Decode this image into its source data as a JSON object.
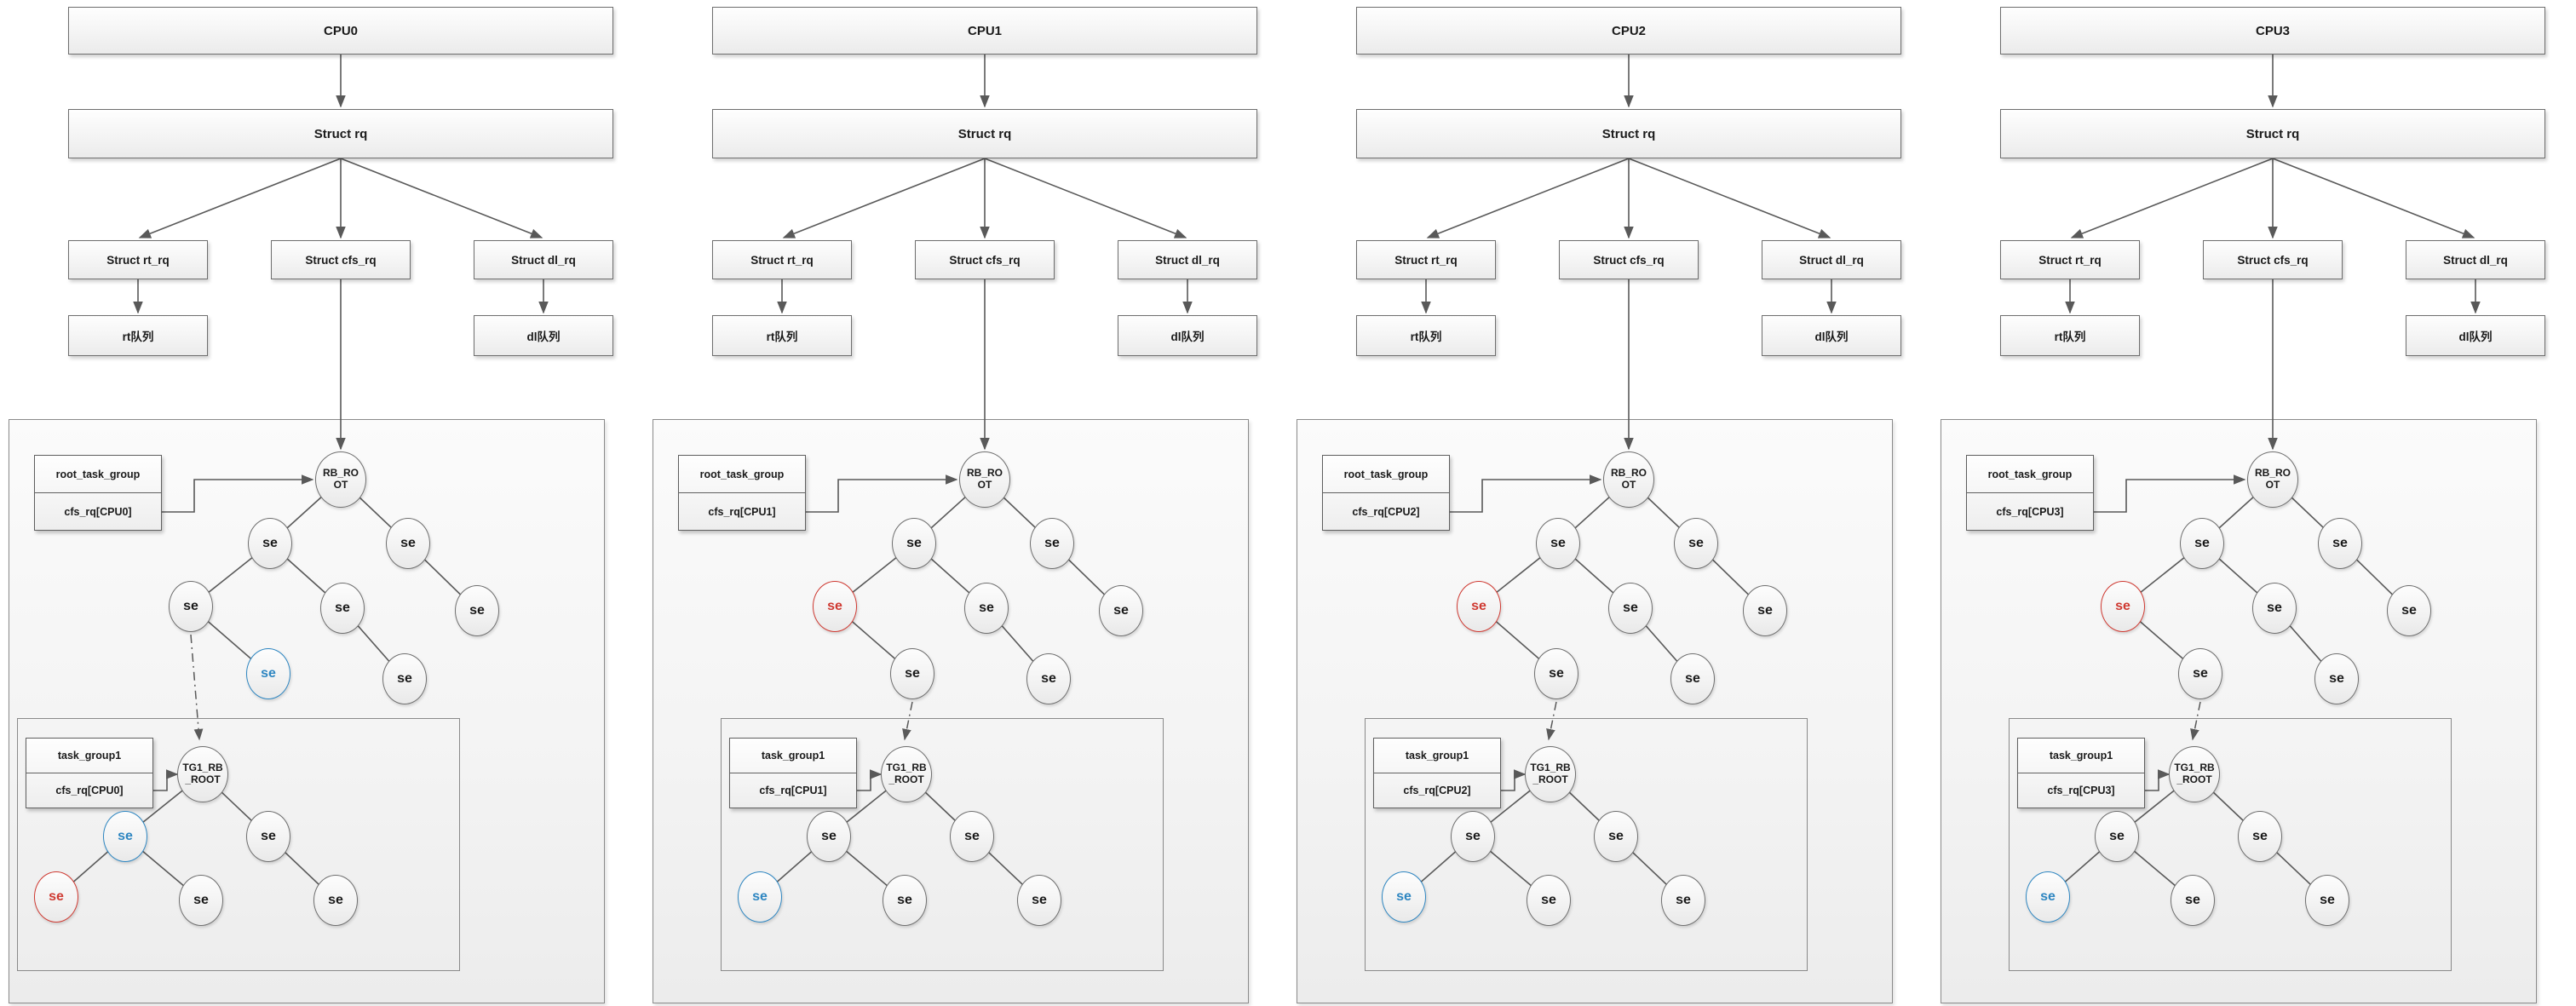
{
  "shared": {
    "struct_rq": "Struct rq",
    "struct_rt_rq": "Struct rt_rq",
    "struct_cfs_rq": "Struct cfs_rq",
    "struct_dl_rq": "Struct dl_rq",
    "rt_queue": "rt队列",
    "dl_queue": "dl队列",
    "se": "se",
    "rb_root_line1": "RB_RO",
    "rb_root_line2": "OT",
    "tg1_root_line1": "TG1_RB",
    "tg1_root_line2": "_ROOT"
  },
  "colors": {
    "red": "#cf3a32",
    "blue": "#2e86c1",
    "node_border": "#6f6f6f",
    "wire": "#595959"
  },
  "columns": [
    {
      "cpu_label": "CPU0",
      "variant": "A",
      "root_task_group": {
        "title": "root_task_group",
        "field": "cfs_rq[CPU0]"
      },
      "task_group1": {
        "title": "task_group1",
        "field": "cfs_rq[CPU0]"
      },
      "outer_nodes": {
        "L1": "plain",
        "R1": "plain",
        "LL": "plain",
        "LR": "plain",
        "RR": "plain",
        "C4a": "blue",
        "C4b": "plain"
      },
      "inner_nodes": {
        "L1": "blue",
        "R1": "plain",
        "LL": "red",
        "LR": "plain",
        "RR": "plain"
      }
    },
    {
      "cpu_label": "CPU1",
      "variant": "B",
      "root_task_group": {
        "title": "root_task_group",
        "field": "cfs_rq[CPU1]"
      },
      "task_group1": {
        "title": "task_group1",
        "field": "cfs_rq[CPU1]"
      },
      "outer_nodes": {
        "L1": "plain",
        "R1": "plain",
        "LL": "red",
        "LR": "plain",
        "RR": "plain",
        "C4a": "plain",
        "C4b": "plain"
      },
      "inner_nodes": {
        "L1": "plain",
        "R1": "plain",
        "LL": "blue",
        "LR": "plain",
        "RR": "plain"
      }
    },
    {
      "cpu_label": "CPU2",
      "variant": "B",
      "root_task_group": {
        "title": "root_task_group",
        "field": "cfs_rq[CPU2]"
      },
      "task_group1": {
        "title": "task_group1",
        "field": "cfs_rq[CPU2]"
      },
      "outer_nodes": {
        "L1": "plain",
        "R1": "plain",
        "LL": "red",
        "LR": "plain",
        "RR": "plain",
        "C4a": "plain",
        "C4b": "plain"
      },
      "inner_nodes": {
        "L1": "plain",
        "R1": "plain",
        "LL": "blue",
        "LR": "plain",
        "RR": "plain"
      }
    },
    {
      "cpu_label": "CPU3",
      "variant": "B",
      "root_task_group": {
        "title": "root_task_group",
        "field": "cfs_rq[CPU3]"
      },
      "task_group1": {
        "title": "task_group1",
        "field": "cfs_rq[CPU3]"
      },
      "outer_nodes": {
        "L1": "plain",
        "R1": "plain",
        "LL": "red",
        "LR": "plain",
        "RR": "plain",
        "C4a": "plain",
        "C4b": "plain"
      },
      "inner_nodes": {
        "L1": "plain",
        "R1": "plain",
        "LL": "blue",
        "LR": "plain",
        "RR": "plain"
      }
    }
  ]
}
